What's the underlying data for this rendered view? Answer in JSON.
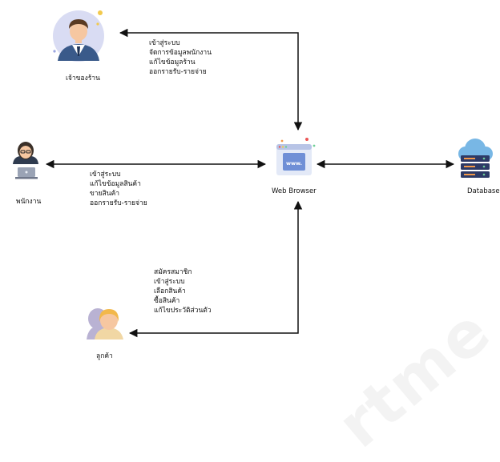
{
  "actors": {
    "owner": {
      "label": "เจ้าของร้าน",
      "actions": [
        "เข้าสู่ระบบ",
        "จัดการข้อมูลพนักงาน",
        "แก้ไขข้อมูลร้าน",
        "ออกรายรับ-รายจ่าย"
      ]
    },
    "employee": {
      "label": "พนักงาน",
      "actions": [
        "เข้าสู่ระบบ",
        "แก้ไขข้อมูลสินค้า",
        "ขายสินค้า",
        "ออกรายรับ-รายจ่าย"
      ]
    },
    "customer": {
      "label": "ลูกค้า",
      "actions": [
        "สมัครสมาชิก",
        "เข้าสู่ระบบ",
        "เลือกสินค้า",
        "ซื้อสินค้า",
        "แก้ไขประวัติส่วนตัว"
      ]
    }
  },
  "system": {
    "browser": {
      "label": "Web  Browser",
      "screen_text": "www."
    },
    "database": {
      "label": "Database"
    }
  },
  "colors": {
    "arrow": "#111111",
    "skin": "#f6c7a1",
    "owner_bg": "#d9dcf3",
    "browser_frame": "#e3e9f7",
    "browser_screen": "#6f8fd6",
    "db_server": "#2d3a66",
    "db_cloud": "#78b7e5"
  },
  "watermark": {
    "text": "rtme"
  }
}
